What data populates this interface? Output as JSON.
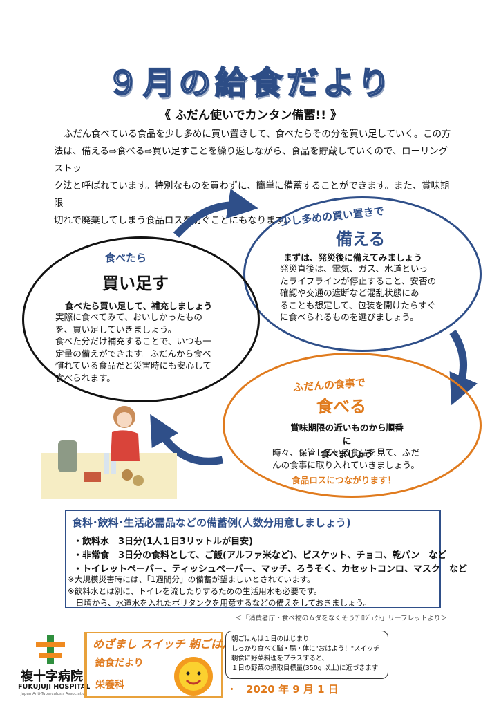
{
  "title": "９月の給食だより",
  "subtitle": "《 ふだん使いでカンタン備蓄!! 》",
  "intro": [
    "ふだん食べている食品を少し多めに買い置きして、食べたらその分を買い足していく。この方",
    "法は、備える⇨食べる⇨買い足すことを繰り返しながら、食品を貯蔵していくので、ローリングストッ",
    "ク法と呼ばれています。特別なものを買わずに、簡単に備蓄することができます。また、賞味期限",
    "切れで廃棄してしまう食品ロスを防ぐことにもなります。"
  ],
  "cycle": {
    "store": {
      "kicker": "少し多めの買い置きで",
      "heading": "備える",
      "lead": "まずは、発災後に備えてみましょう",
      "body": [
        "発災直後は、電気、ガス、水道といっ",
        "たライフラインが停止すること、安否の",
        "確認や交通の遮断など混乱状態にあ",
        "ることも想定して、包装を開けたらすぐ",
        "に食べられるものを選びましょう。"
      ]
    },
    "buy": {
      "kicker": "食べたら",
      "heading": "買い足す",
      "lead": "食べたら買い足して、補充しましょう",
      "body": [
        "実際に食べてみて、おいしかったもの",
        "を、買い足していきましょう。",
        "食べた分だけ補充することで、いつも一",
        "定量の備えができます。ふだんから食べ",
        "慣れている食品だと災害時にも安心して",
        "食べられます。"
      ]
    },
    "eat": {
      "kicker": "ふだんの食事で",
      "heading": "食べる",
      "lead": [
        "賞味期限の近いものから順番に",
        "食べましょう"
      ],
      "body": [
        "時々、保管している食品を見て、ふだ",
        "んの食事に取り入れていきましょう。"
      ],
      "highlight": "食品ロスにつながります！"
    }
  },
  "stockpile": {
    "heading": "食料･飲料･生活必需品などの備蓄例(人数分用意しましょう)",
    "items": [
      "・飲料水　3日分(1人１日3リットルが目安)",
      "・非常食　3日分の食料として、ご飯(アルファ米など)、ビスケット、チョコ、乾パン　など",
      "・トイレットペーパー、ティッシュペーパー、マッチ、ろうそく、カセットコンロ、マスク　など"
    ],
    "notes": [
      "※大規模災害時には、「1週間分」の備蓄が望ましいとされています。",
      "※飲料水とは別に、トイレを流したりするための生活用水も必要です。",
      "　日頃から、水道水を入れたポリタンクを用意するなどの備えをしておきましょう。"
    ]
  },
  "source": "＜「消費者庁・食べ物のムダをなくそうﾌﾟﾛｼﾞｪｸﾄ」リーフレットより＞",
  "footer": {
    "hospital_name": "複十字病院",
    "hospital_en": "FUKUJUJI HOSPITAL",
    "hospital_assoc": "Japan Anti-Tuberculosis Association",
    "campaign": "めざまし スイッチ 朝ごはん",
    "newsletter": "給食だより",
    "department": "栄養科",
    "date": "2020 年 9 月 1 日",
    "bullet": "・",
    "speech": [
      "朝ごはんは１日のはじまり",
      "しっかり食べて脳・腸・体に\"おはよう！\"スイッチ",
      "朝食に野菜料理をプラスすると、",
      "１日の野菜の摂取目標量(350g 以上)に近づきます"
    ]
  },
  "colors": {
    "navy": "#2f4f89",
    "orange": "#e07b1e",
    "cross_green": "#2f8f3e",
    "cross_orange": "#ef8a20"
  }
}
